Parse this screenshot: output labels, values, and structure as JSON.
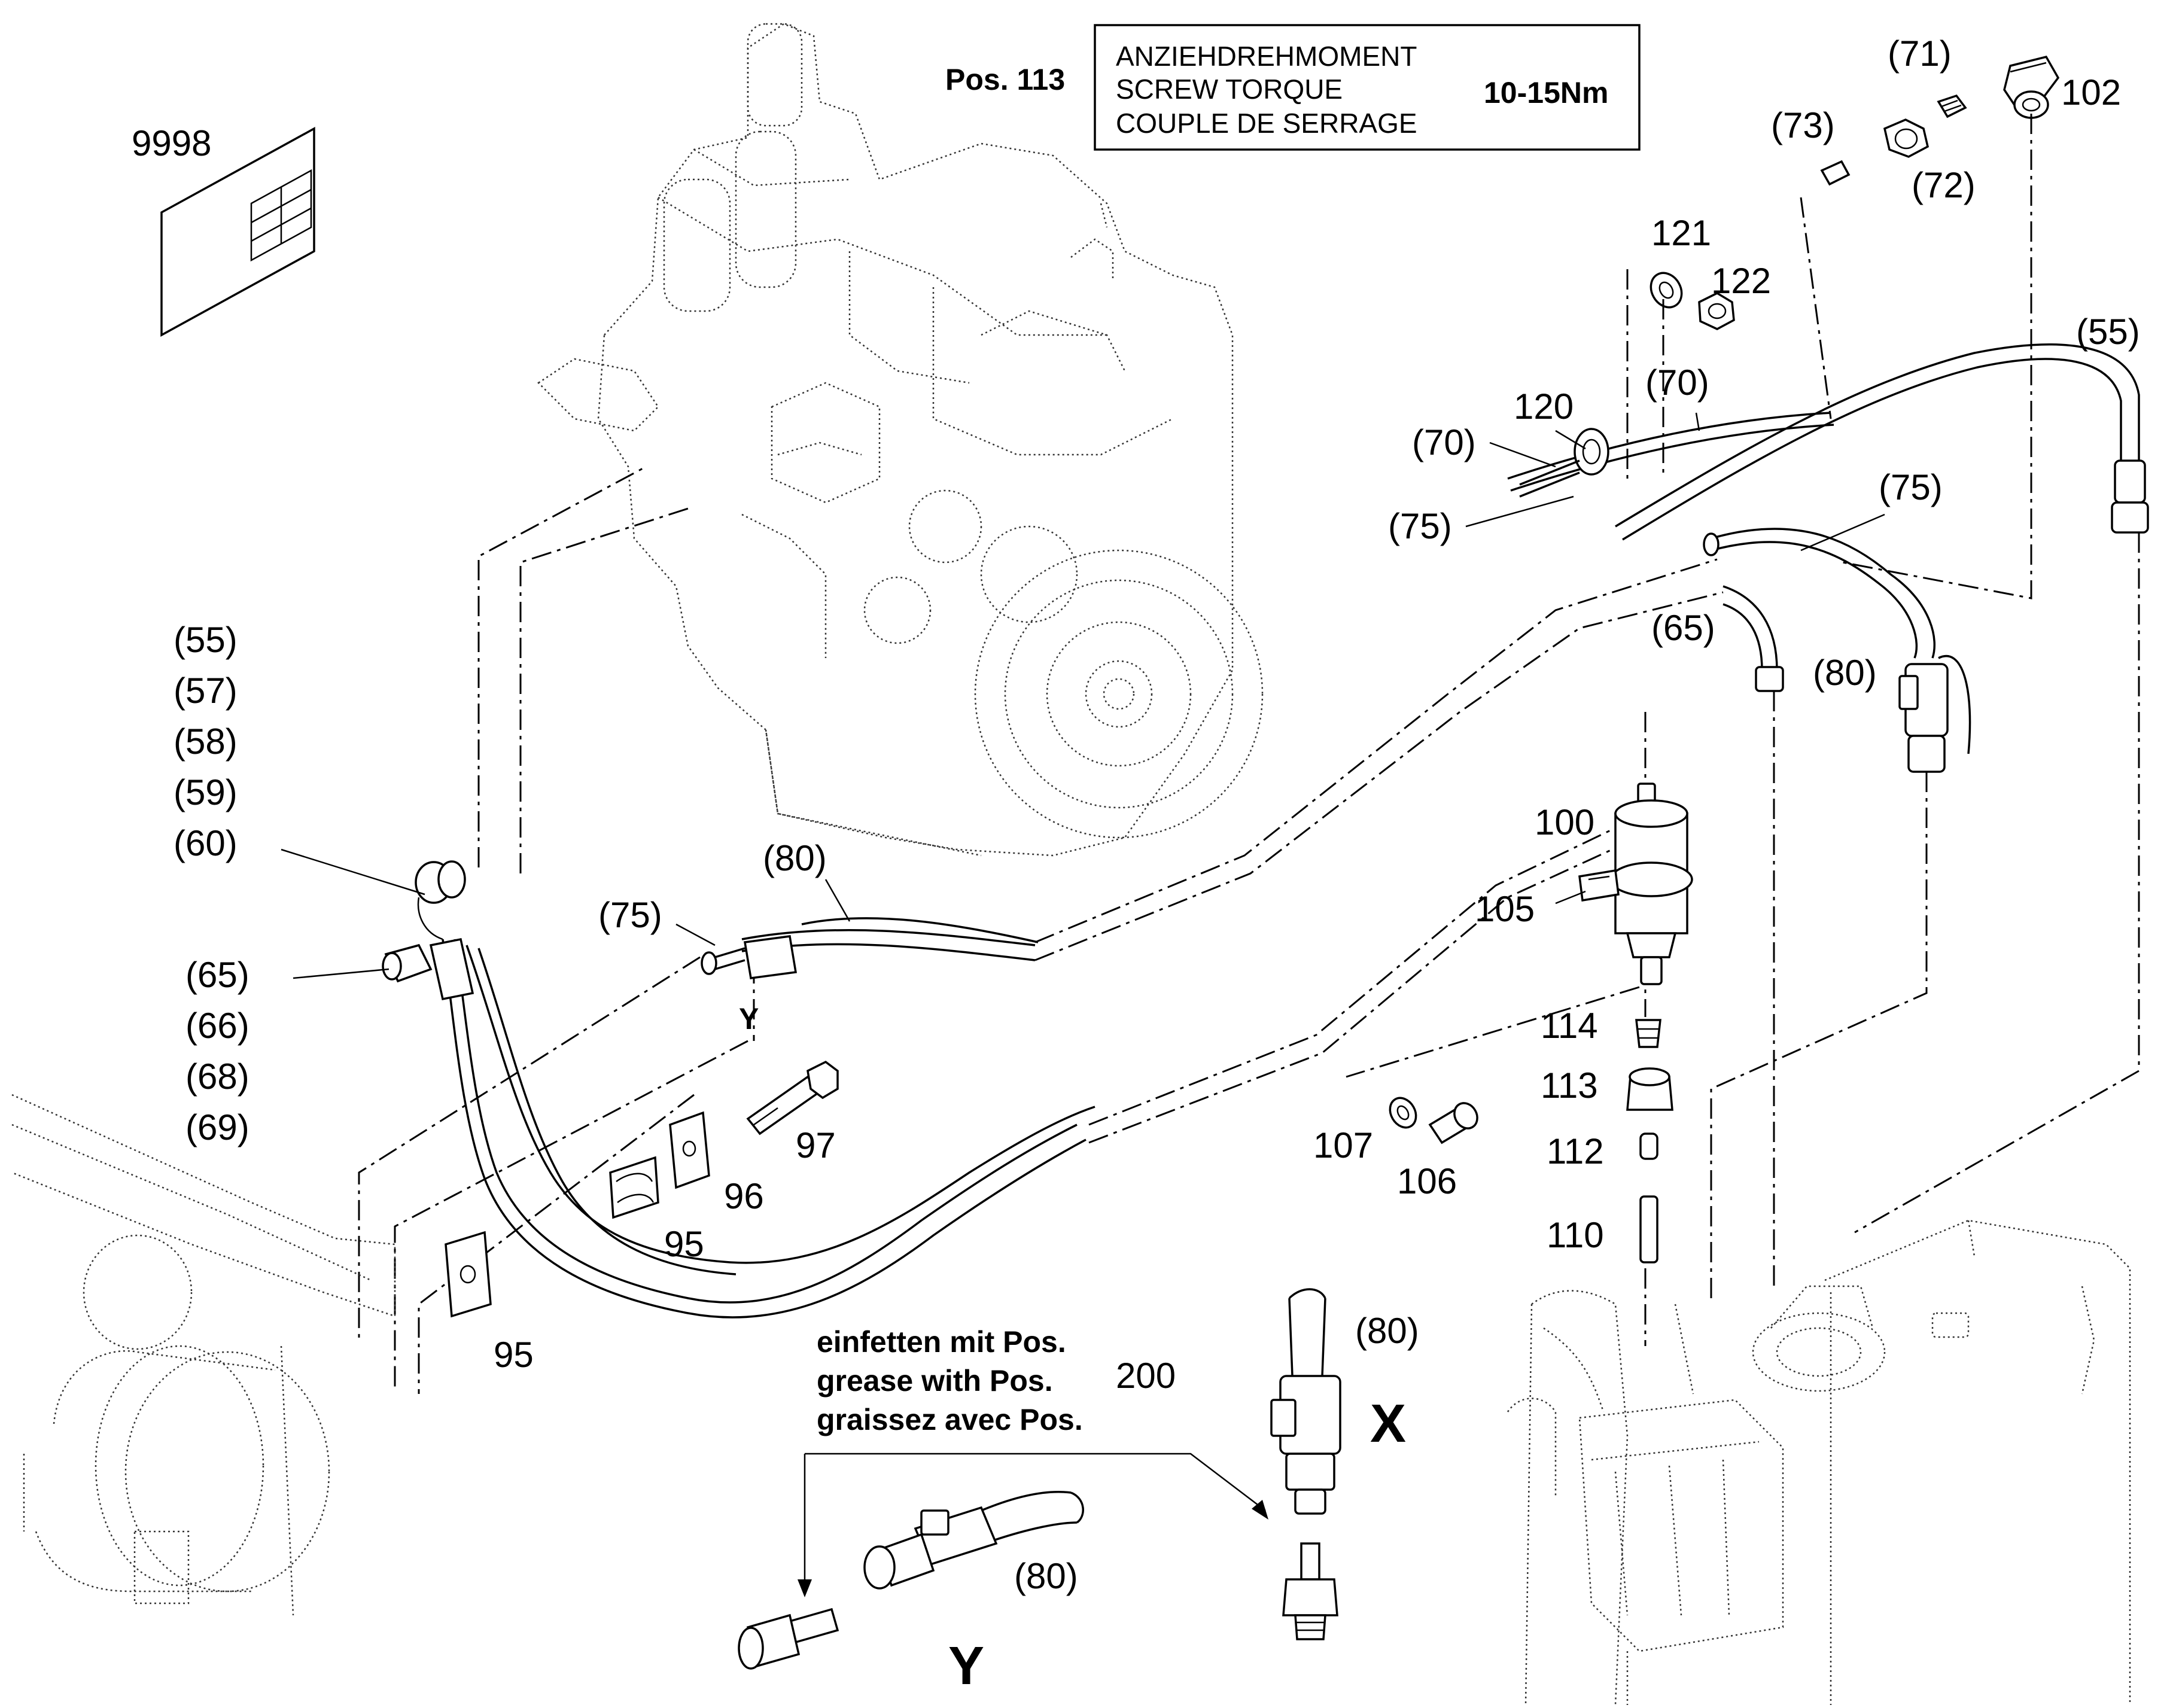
{
  "torque_box": {
    "pos_label": "Pos. 113",
    "line1": "ANZIEHDREHMOMENT",
    "line2": "SCREW TORQUE",
    "line3": "COUPLE DE SERRAGE",
    "value": "10-15Nm"
  },
  "grease_note": {
    "line1": "einfetten mit Pos.",
    "line2": "grease with Pos.",
    "line3": "graissez avec Pos.",
    "pos": "200"
  },
  "detail_markers": {
    "x": "X",
    "y": "Y",
    "y_small": "Y"
  },
  "labels": {
    "l9998": "9998",
    "l71": "(71)",
    "l102": "102",
    "l73": "(73)",
    "l72": "(72)",
    "l121": "121",
    "l122": "122",
    "l55_top": "(55)",
    "l70_a": "(70)",
    "l120": "120",
    "l70_b": "(70)",
    "l75_a": "(75)",
    "l75_b": "(75)",
    "l65_right": "(65)",
    "l80_right": "(80)",
    "l55_left": "(55)",
    "l57": "(57)",
    "l58": "(58)",
    "l59": "(59)",
    "l60": "(60)",
    "l65_left": "(65)",
    "l66": "(66)",
    "l68": "(68)",
    "l69": "(69)",
    "l80_mid": "(80)",
    "l75_mid": "(75)",
    "l97": "97",
    "l96": "96",
    "l95_a": "95",
    "l95_b": "95",
    "l100": "100",
    "l105": "105",
    "l114": "114",
    "l113": "113",
    "l112": "112",
    "l110": "110",
    "l107": "107",
    "l106": "106",
    "l80_x": "(80)",
    "l80_y": "(80)"
  }
}
